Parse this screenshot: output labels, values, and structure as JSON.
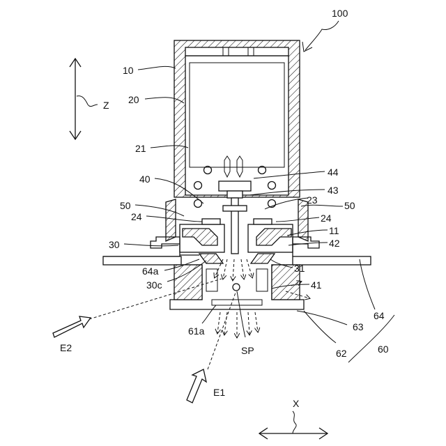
{
  "figure": {
    "labels": {
      "assembly": "100",
      "housing": "10",
      "body": "20",
      "chamber": "21",
      "seat_23": "23",
      "seat_24_left": "24",
      "seat_24_right": "24",
      "base": "30",
      "base_edge": "30c",
      "lower_part": "31",
      "flange_top": "11",
      "valve": "40",
      "nozzle": "41",
      "ring_42": "42",
      "guide_43": "43",
      "stem_44": "44",
      "spring_left": "50",
      "spring_right": "50",
      "mount": "60",
      "mount_62": "62",
      "mount_63": "63",
      "plate": "64",
      "plate_edge": "64a",
      "opening": "61a",
      "spray": "SP",
      "beam_e1": "E1",
      "beam_e2": "E2",
      "axis_x": "X",
      "axis_z": "Z"
    }
  }
}
